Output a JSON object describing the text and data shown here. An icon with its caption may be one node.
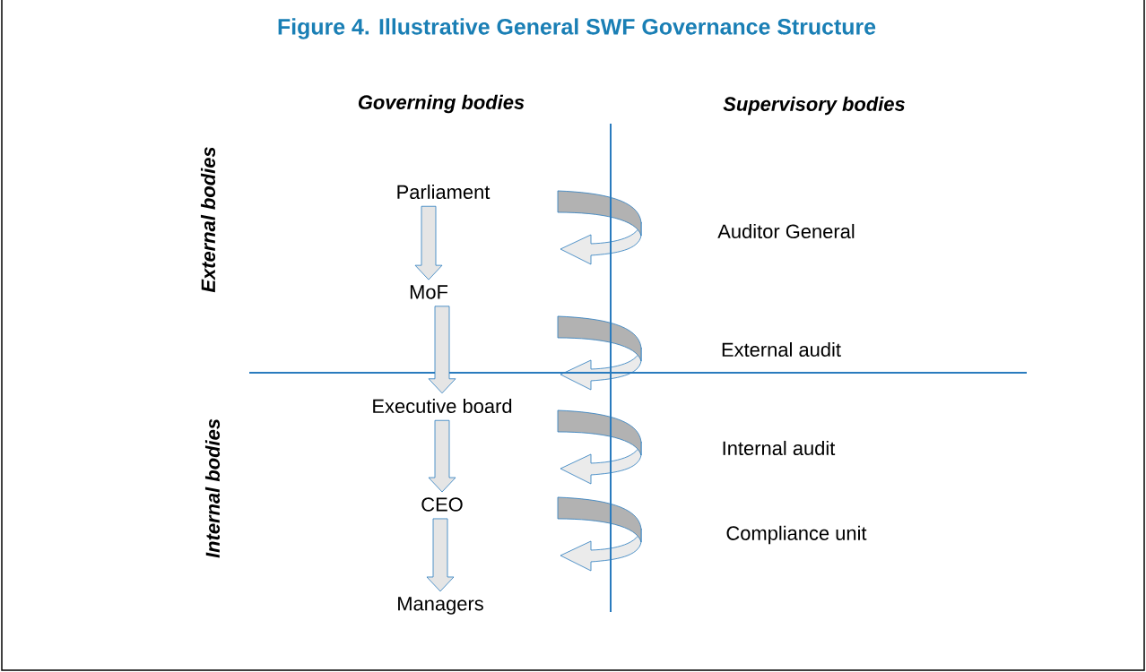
{
  "diagram": {
    "title": "Figure 4. Illustrative General SWF Governance Structure",
    "nodes": [
      {
        "text": [
          "Parliament"
        ]
      },
      {
        "text": [
          "MoF"
        ]
      },
      {
        "text": [
          "Executive board"
        ]
      },
      {
        "text": [
          "CEO"
        ]
      },
      {
        "text": [
          "Managers"
        ]
      }
    ],
    "edges": [
      {
        "from": 0,
        "to": 1,
        "arrow": "to"
      },
      {
        "from": 1,
        "to": 2,
        "arrow": "to"
      },
      {
        "from": 2,
        "to": 3,
        "arrow": "to"
      },
      {
        "from": 3,
        "to": 4,
        "arrow": "to"
      }
    ],
    "labels": [
      "Governing bodies",
      "Supervisory bodies",
      "External bodies",
      "Auditor General",
      "External audit",
      "Internal bodies",
      "Internal audit",
      "Compliance unit"
    ]
  }
}
